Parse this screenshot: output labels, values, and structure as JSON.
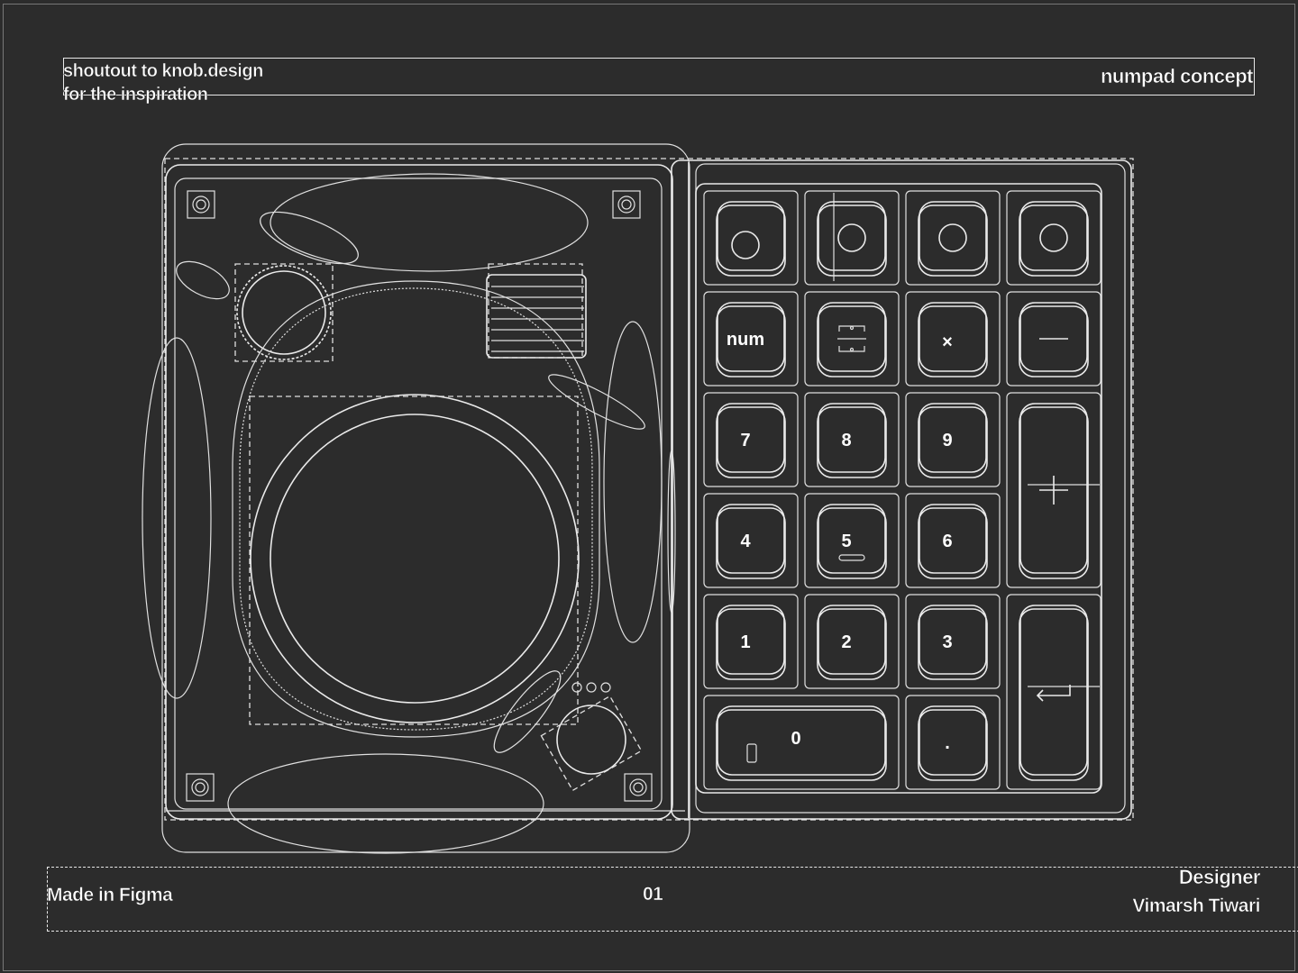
{
  "header": {
    "credit_line1": "shoutout to knob.design",
    "credit_line2": "for the inspiration",
    "title": "numpad concept"
  },
  "footer": {
    "made_in": "Made in Figma",
    "page_number": "01",
    "designer_role": "Designer",
    "designer_name": "Vimarsh Tiwari"
  },
  "keypad": {
    "keys": [
      {
        "name": "key-top-1",
        "label": ""
      },
      {
        "name": "key-top-2",
        "label": ""
      },
      {
        "name": "key-top-3",
        "label": ""
      },
      {
        "name": "key-top-4",
        "label": ""
      },
      {
        "name": "key-num",
        "label": "num"
      },
      {
        "name": "key-divide",
        "label": ""
      },
      {
        "name": "key-multiply",
        "label": "×"
      },
      {
        "name": "key-minus",
        "label": ""
      },
      {
        "name": "key-7",
        "label": "7"
      },
      {
        "name": "key-8",
        "label": "8"
      },
      {
        "name": "key-9",
        "label": "9"
      },
      {
        "name": "key-plus",
        "label": ""
      },
      {
        "name": "key-4",
        "label": "4"
      },
      {
        "name": "key-5",
        "label": "5"
      },
      {
        "name": "key-6",
        "label": "6"
      },
      {
        "name": "key-1",
        "label": "1"
      },
      {
        "name": "key-2",
        "label": "2"
      },
      {
        "name": "key-3",
        "label": "3"
      },
      {
        "name": "key-enter",
        "label": ""
      },
      {
        "name": "key-0",
        "label": "0"
      },
      {
        "name": "key-dot",
        "label": "."
      }
    ]
  },
  "colors": {
    "background": "#2c2c2c",
    "line": "#eaeaea"
  }
}
